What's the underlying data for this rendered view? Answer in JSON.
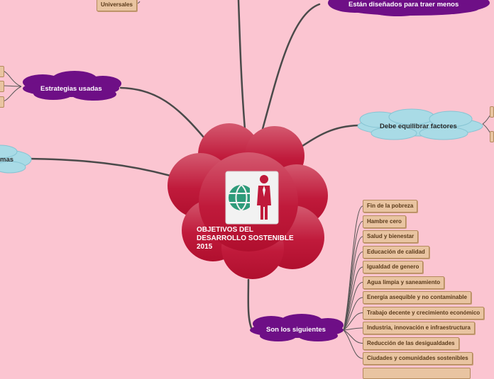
{
  "central": {
    "title": "OBJETIVOS DEL DESARROLLO SOSTENIBLE 2015",
    "title_lines": [
      "OBJETIVOS DEL",
      "DESARROLLO SOSTENIBLE",
      "2015"
    ],
    "icon": "globe-businessman-icon",
    "color": "#c01a3b"
  },
  "branches": {
    "disenados": "Están diseñados para traer menos",
    "estrategias": "Estrategias usadas",
    "equilibrar": "Debe equilibrar factores",
    "problemas": "mas",
    "siguientes": "Son los siguientes",
    "universales": "Universales"
  },
  "goals": [
    "Fin de la pobreza",
    "Hambre cero",
    "Salud y bienestar",
    "Educación de calidad",
    "Igualdad de genero",
    "Agua limpia y saneamiento",
    "Energía asequible y no contaminable",
    "Trabajo decente y crecimiento económico",
    "Industria, innovación e infraestructura",
    "Reducción de las desigualdades",
    "Ciudades y comunidades sostenibles"
  ],
  "colors": {
    "background": "#fbc5d1",
    "purple_cloud": "#6e0f86",
    "blue_cloud": "#a9dbe6",
    "leaf": "#e9c4a1",
    "connector": "#4a4a4a"
  }
}
